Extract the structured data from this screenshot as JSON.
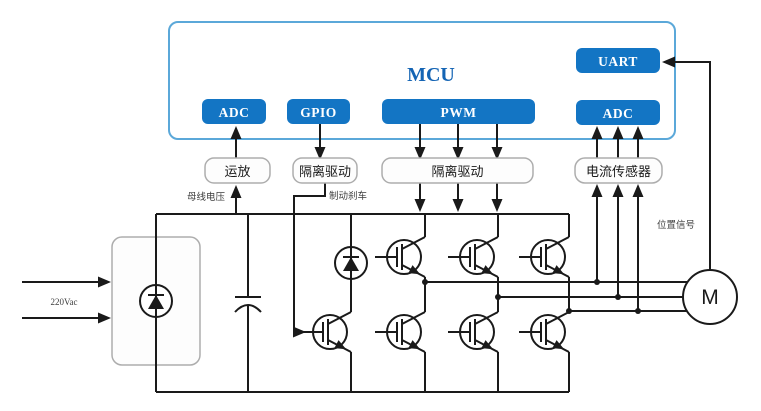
{
  "mcu": {
    "label": "MCU",
    "ports": {
      "adc_left": "ADC",
      "gpio": "GPIO",
      "pwm": "PWM",
      "uart": "UART",
      "adc_right": "ADC"
    }
  },
  "blocks": {
    "op_amp": "运放",
    "iso_drive_brake": "隔离驱动",
    "iso_drive_bridge": "隔离驱动",
    "current_sensor": "电流传感器"
  },
  "labels": {
    "bus_voltage": "母线电压",
    "brake_signal": "制动刹车",
    "position_signal": "位置信号",
    "ac_input": "220Vac"
  },
  "motor": {
    "label": "M"
  },
  "colors": {
    "block_blue": "#1375C4",
    "mcu_text": "#1464B4",
    "mcu_border": "#5BA8D9",
    "wire": "#1a1a1a",
    "gray_border": "#ADADAD"
  }
}
